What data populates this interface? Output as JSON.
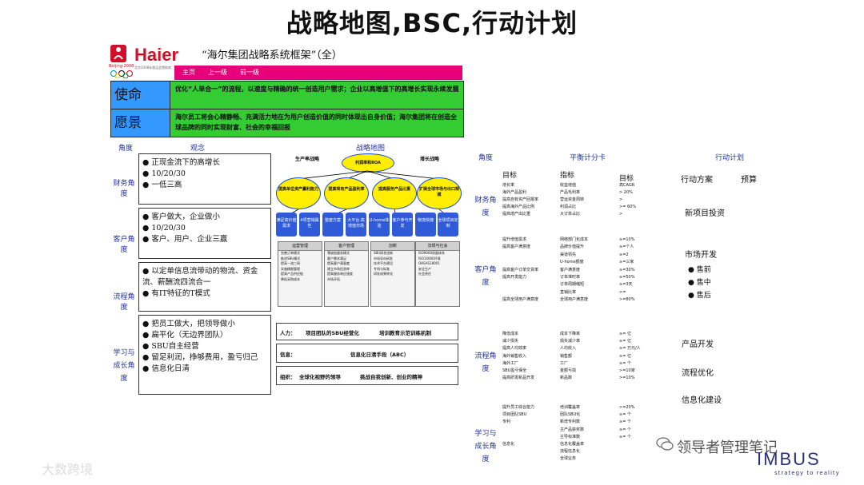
{
  "title": "战略地图,BSC,行动计划",
  "logo": {
    "brand": "Haier",
    "subtitle": "北京2008年奥运会赞助商",
    "city_mark": "Beijing 2008"
  },
  "header": {
    "title": "“海尔集团战略系统框架”（全）"
  },
  "nav": {
    "items": [
      "主页",
      "上一级",
      "前一级"
    ]
  },
  "mission": {
    "label": "使命",
    "text": "优化“人单合一”的流程，以速度与精确的统一创造用户需求；企业以高增值下的高增长实现永续发展"
  },
  "vision": {
    "label": "愿景",
    "text": "海尔员工将会心精静畅、充满活力地在为用户创造价值的同时体现出自身价值；海尔集团将在创造全球品牌的同时实现财富、社会的幸福回报"
  },
  "left": {
    "dim_header": "角度",
    "view_header": "观念",
    "rows": [
      {
        "dim": "财务角度",
        "lines": [
          "正现金流下的高增长",
          "10/20/30",
          "一低三高"
        ],
        "bullets": [
          true,
          true,
          true
        ]
      },
      {
        "dim": "客户角度",
        "lines": [
          "客户做大，企业做小",
          "10/20/30",
          "客户、用户、企业三赢"
        ],
        "bullets": [
          true,
          true,
          true
        ]
      },
      {
        "dim": "流程角度",
        "lines": [
          "以定单信息流带动的物流、资金流、薪酬流四",
          "流合一",
          "有IT特征的T模式"
        ],
        "bullets": [
          true,
          false,
          true
        ]
      },
      {
        "dim": "学习与成长角度",
        "lines": [
          "把员工做大，把领导做小",
          "扁平化（无边界团队）",
          "SBU自主经营",
          "留足利润，挣够费用，盈亏归己",
          "信息化日清"
        ],
        "bullets": [
          true,
          true,
          true,
          true,
          true
        ]
      }
    ]
  },
  "map": {
    "title": "战略地图",
    "left_strategy": "生产率战略",
    "right_strategy": "增长战略",
    "center_label": "利润率和ROA",
    "ellipses": [
      "提高单位资产赢利能力",
      "提高现有产品盈利率",
      "提高服务产品比重",
      "扩展全球市场与出口规模"
    ],
    "blue_boxes": [
      "满足高价值需求",
      "4项营销属性",
      "整套方案",
      "大平台·高增值市场",
      "U-home体验",
      "客户参与开发",
      "物流快捷",
      "全球项目定制"
    ],
    "grey_boxes": [
      {
        "title": "运营管理",
        "lines": [
          "完善订单模式",
          "推进SBU模式",
          "提高一流三网",
          "实施精细管理",
          "提高产品供应链",
          "降低采购成本"
        ]
      },
      {
        "title": "客户管理",
        "lines": [
          "零缺陷服务模式",
          "客户需求满足",
          "提高客户满意度",
          "建立市场信息库",
          "提高服务响应速度",
          "市场开拓"
        ]
      },
      {
        "title": "创新",
        "lines": [
          "SBU研发创新",
          "市场导向研发",
          "技术平台建设",
          "专利与标准",
          "研发成果转化"
        ]
      },
      {
        "title": "法规与社会",
        "lines": [
          "ISO9000质量体系",
          "ISO14000环境",
          "OHSAS18001",
          "安全生产",
          "社会责任"
        ]
      }
    ],
    "strips": [
      {
        "left": "人力：",
        "mid": "项目团队的SBU经营化",
        "right": "培训教育示范训练机制"
      },
      {
        "left": "信息：",
        "mid": "信息化日清手段（ABC）",
        "right": ""
      },
      {
        "left": "组织：",
        "mid": "全球化视野的领导",
        "right": "挑战自我创新、创业的精神"
      }
    ]
  },
  "bsc": {
    "dim_header": "角度",
    "title": "平衡计分卡",
    "col_target": "目标",
    "col_indicator": "指标",
    "col_goal": "目标",
    "sections": [
      {
        "dim": "财务角度",
        "rows": [
          [
            "增长率",
            "收益增值",
            "高CAGR"
          ],
          [
            "海外产品盈利",
            "产品毛利率",
            "> 20%"
          ],
          [
            "提高自有资产回报率",
            "营运资金周转",
            ">"
          ],
          [
            "提高海外产品比例",
            "利润占比",
            ">= 60%"
          ],
          [
            "提高增产出比重",
            "大订单占比",
            ">"
          ]
        ]
      },
      {
        "dim": "客户角度",
        "rows": [
          [
            "提升增值需求",
            "网络部门化成本",
            "≥=10%"
          ],
          [
            "提高客户满意度",
            "品牌价值提升",
            "≥=个人"
          ],
          [
            "",
            "渠道领先",
            "≥=2"
          ],
          [
            "",
            "U-home额度",
            "≥=三家"
          ],
          [
            "提高客户订单交货率",
            "客户满意度",
            "≥=30%"
          ],
          [
            "提高开发能力",
            "订单准时率",
            "≥=50%"
          ],
          [
            "",
            "订单周期缩短",
            "≥=3天"
          ],
          [
            "",
            "直销比率",
            ">="
          ],
          [
            "提高全球用户满意度",
            "全球用户满意度",
            ">=80%"
          ]
        ]
      },
      {
        "dim": "流程角度",
        "rows": [
          [
            "降低成本",
            "成本下降率",
            "≥= 亿"
          ],
          [
            "减少损失",
            "损失减少率",
            "≥= 亿"
          ],
          [
            "提高人均效率",
            "人均收入",
            "≥= 万元/人"
          ],
          [
            "海外销售收入",
            "销售额",
            "≥= 亿"
          ],
          [
            "海外工厂",
            "工厂",
            "≥= 个"
          ],
          [
            "SBU盈亏保全",
            "金额亏损",
            ">=10家"
          ],
          [
            "提高研发新品开发",
            "新品数",
            ">=10%"
          ]
        ]
      },
      {
        "dim": "学习与成长角度",
        "rows": [
          [
            "提升员工综合能力",
            "培训覆盖率",
            ">=20%"
          ],
          [
            "项目团队SBU",
            "团队SBU化",
            "≥= 个"
          ],
          [
            "专利",
            "新增专利数",
            "≥= 个"
          ],
          [
            "",
            "主产品获奖数",
            "≥= 个"
          ],
          [
            "",
            "主导标准数",
            "≥= 个"
          ],
          [
            "信息化",
            "信息化覆盖率",
            ""
          ],
          [
            "",
            "流程信息化",
            ""
          ],
          [
            "",
            "全球业务",
            ""
          ]
        ]
      }
    ]
  },
  "actions": {
    "title": "行动计划",
    "col_plan": "行动方案",
    "col_budget": "预算",
    "items": [
      "新项目投资",
      "市场开发",
      "产品开发",
      "流程优化",
      "信息化建设"
    ],
    "market_sub": [
      "售前",
      "售中",
      "售后"
    ]
  },
  "watermarks": {
    "wechat": "领导者管理笔记",
    "imbus": "IMBUS",
    "imbus_sub": "strategy to reality",
    "corner": "大数跨境"
  }
}
